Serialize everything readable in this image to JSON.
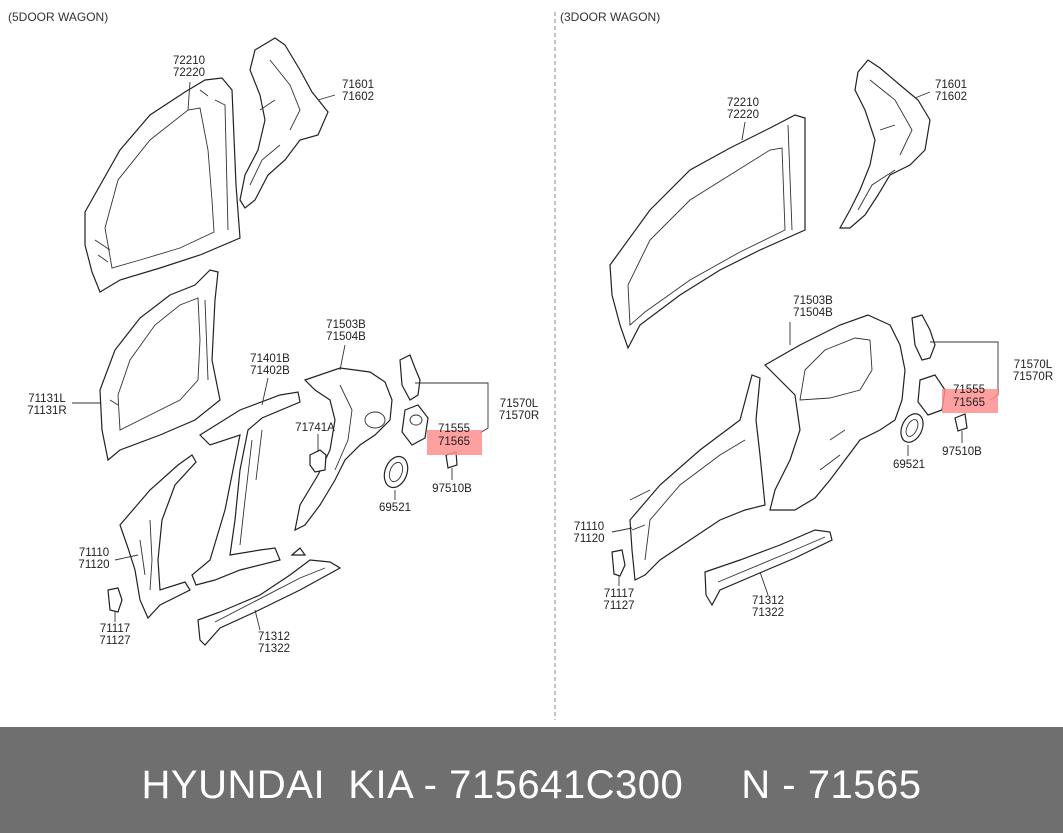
{
  "sections": {
    "left_title": "(5DOOR WAGON)",
    "right_title": "(3DOOR WAGON)"
  },
  "left_labels": {
    "l1": "72210\n72220",
    "l2": "71601\n71602",
    "l3": "71131L\n71131R",
    "l4": "71401B\n71402B",
    "l5": "71503B\n71504B",
    "l6": "71741A",
    "l7": "71555",
    "l8": "71565",
    "l9": "71570L\n71570R",
    "l10": "97510B",
    "l11": "69521",
    "l12": "71110\n71120",
    "l13": "71117\n71127",
    "l14": "71312\n71322"
  },
  "right_labels": {
    "r1": "72210\n72220",
    "r2": "71601\n71602",
    "r3": "71503B\n71504B",
    "r4": "71570L\n71570R",
    "r5": "71555",
    "r6": "71565",
    "r7": "69521",
    "r8": "97510B",
    "r9": "71110\n71120",
    "r10": "71117\n71127",
    "r11": "71312\n71322"
  },
  "footer": {
    "text": "HYUNDAI  KIA - 715641C300     N - 71565"
  },
  "colors": {
    "highlight": "#ff8f8f",
    "footer_bg": "#6f6f6f",
    "footer_text": "#ffffff"
  }
}
